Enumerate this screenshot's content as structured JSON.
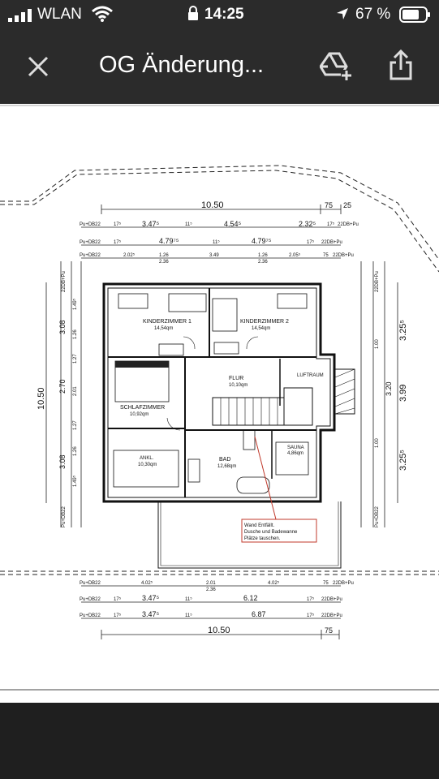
{
  "status": {
    "carrier": "WLAN",
    "time": "14:25",
    "battery": "67 %"
  },
  "toolbar": {
    "title": "OG Änderung..."
  },
  "icons": {
    "close": "close-icon",
    "add_to_drive": "add-to-drive-icon",
    "share": "share-icon",
    "signal": "signal-bars-icon",
    "wifi": "wifi-icon",
    "lock": "lock-icon",
    "location": "location-arrow-icon",
    "battery": "battery-icon"
  },
  "plan": {
    "rooms": {
      "kinder1": "KINDERZIMMER 1",
      "kinder1_area": "14,54qm",
      "kinder2": "KINDERZIMMER 2",
      "kinder2_area": "14,54qm",
      "schlaf": "SCHLAFZIMMER",
      "schlaf_area": "10,92qm",
      "flur": "FLUR",
      "flur_area": "10,10qm",
      "bad": "BAD",
      "bad_area": "12,68qm",
      "ankl": "ANKL.",
      "ankl_area": "10,30qm",
      "sauna": "SAUNA",
      "sauna_area": "4,86qm",
      "luftraum": "LUFTRAUM"
    },
    "dims_top": {
      "overall": "10.50",
      "overall_b": "75",
      "overall_c": "25",
      "row1": [
        "Pu+DB22",
        "17⁵",
        "3.47⁵",
        "11⁵",
        "4.54⁵",
        "2.32⁵",
        "17⁵",
        "22DB+Pu"
      ],
      "row2": [
        "Pu+DB22",
        "17⁵",
        "4.79⁷⁵",
        "11⁵",
        "4.79⁷⁵",
        "17⁵",
        "22DB+Pu"
      ],
      "row3": [
        "Pu+DB22",
        "2.02⁵",
        "1.26",
        "3.49",
        "1.26",
        "2.05⁵",
        "75",
        "22DB+Pu"
      ],
      "row3_sub": [
        "2.36",
        "2.36"
      ]
    },
    "dims_bottom": {
      "row1": [
        "Pu+DB22",
        "4.02⁵",
        "2.01",
        "4.02⁵",
        "75",
        "22DB+Pu"
      ],
      "row1_sub": "2.36",
      "row2": [
        "Pu+DB22",
        "17⁵",
        "3.47⁵",
        "11⁵",
        "6.12",
        "17⁵",
        "22DB+Pu"
      ],
      "row3": [
        "Pu+DB22",
        "17⁵",
        "3.47⁵",
        "11⁵",
        "6.87",
        "17⁵",
        "22DB+Pu"
      ],
      "overall": "10.50",
      "overall_b": "75"
    },
    "dims_left": {
      "overall": "10.50",
      "col1": [
        "3.08",
        "2.70",
        "3.08"
      ],
      "col2": [
        "1.26",
        "2.01",
        "1.26"
      ],
      "col3": [
        "1.49⁵",
        "1.27",
        "1.27",
        "1.49⁵"
      ],
      "labels": [
        "22DB+Pu",
        "Pu+DB22"
      ]
    },
    "dims_right": {
      "col1": [
        "3.25⁵",
        "3.99",
        "3.25⁵"
      ],
      "col2": [
        "3.20"
      ],
      "col3": [
        "1.00",
        "1.00"
      ],
      "labels": [
        "22DB+Pu",
        "Pu+DB22"
      ]
    },
    "annotation": {
      "line1": "Wand Entfällt.",
      "line2": "Dusche und Badewanne",
      "line3": "Plätze tauschen."
    }
  }
}
